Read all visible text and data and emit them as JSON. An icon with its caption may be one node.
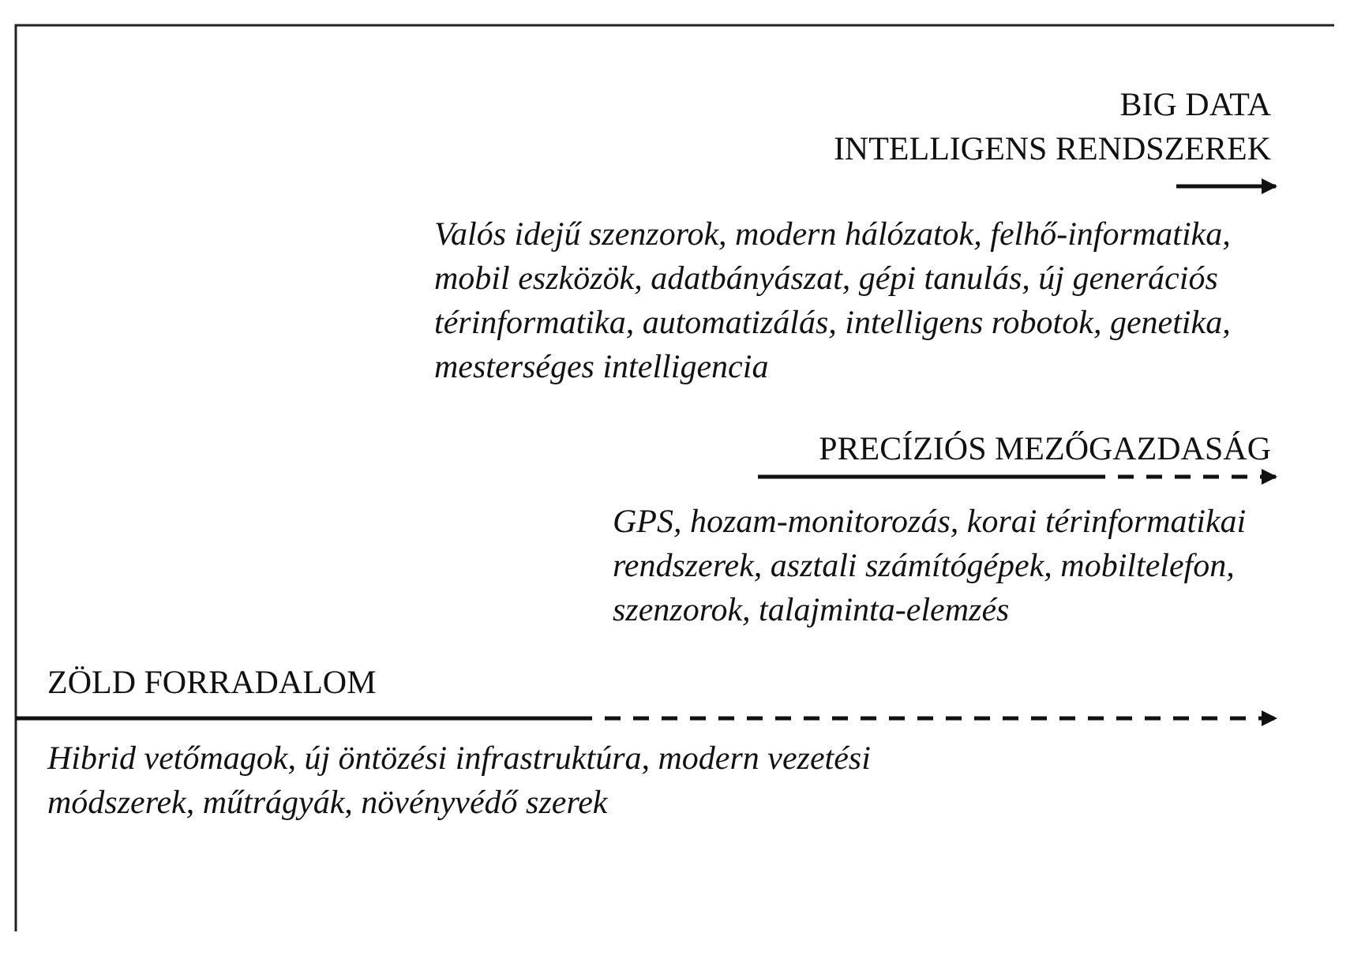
{
  "diagram": {
    "labels": [
      "BIG DATA",
      "INTELLIGENS RENDSZEREK",
      "Valós idejű szenzorok, modern hálózatok, felhő-informatika, mobil eszközök, adatbányászat, gépi tanulás, új generációs térinformatika, automatizálás, intelligens robotok, genetika, mesterséges intelligencia",
      "PRECÍZIÓS MEZŐGAZDASÁG",
      "GPS, hozam-monitorozás, korai térinformatikai rendszerek, asztali számítógépek, mobiltelefon, szenzorok, talajminta-elemzés",
      "ZÖLD FORRADALOM",
      "Hibrid vetőmagok, új öntözési infrastruktúra, modern vezetési módszerek, műtrágyák, növényvédő szerek"
    ]
  }
}
